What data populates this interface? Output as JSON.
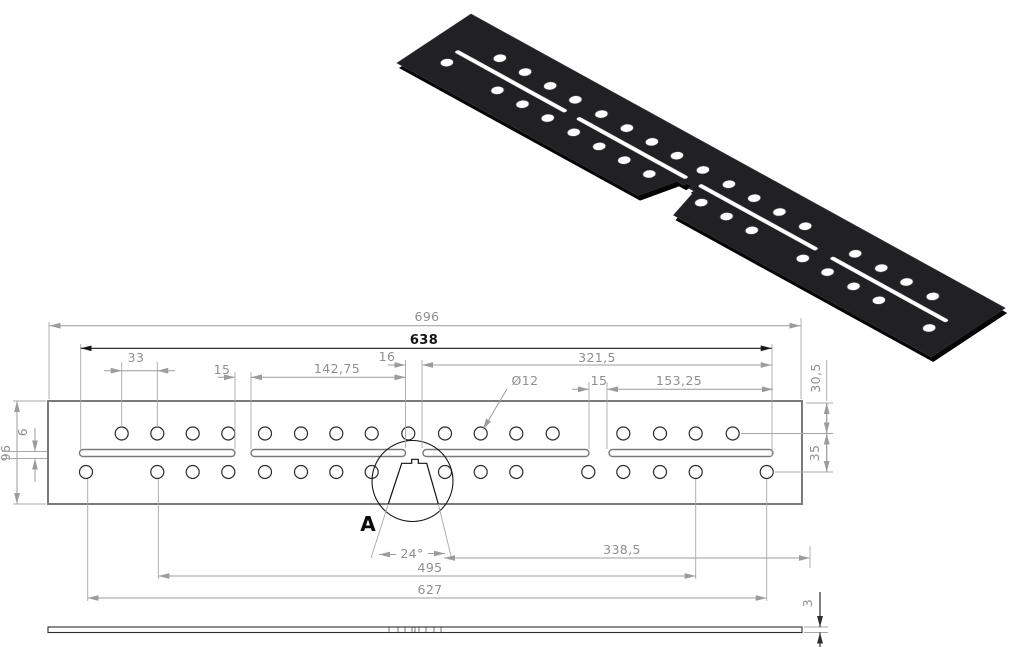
{
  "front_view": {
    "dim_overall_width": "696",
    "dim_slot_span": "638",
    "dim_hole_pitch": "33",
    "dim_slot_gap_left": "15",
    "dim_slot_length": "142,75",
    "dim_center_gap": "16",
    "dim_right_span": "321,5",
    "dim_hole_diameter": "Ø12",
    "dim_slot_gap_right": "15",
    "dim_slot_length_right": "153,25",
    "dim_edge_to_row": "30,5",
    "dim_row_spacing": "35",
    "dim_plate_height": "96",
    "dim_slot_width": "6"
  },
  "detail": {
    "label": "A",
    "dim_notch_angle": "24°",
    "dim_notch_to_end": "338,5",
    "dim_holes_span_inner": "495",
    "dim_holes_span_outer": "627"
  },
  "side_view": {
    "dim_thickness": "3"
  },
  "colors": {
    "part_face": "#212123",
    "part_edge": "#050505",
    "dimension_line": "#9c9c9c",
    "dimension_text": "#8f8f8f",
    "outline": "#7a7a7a"
  }
}
